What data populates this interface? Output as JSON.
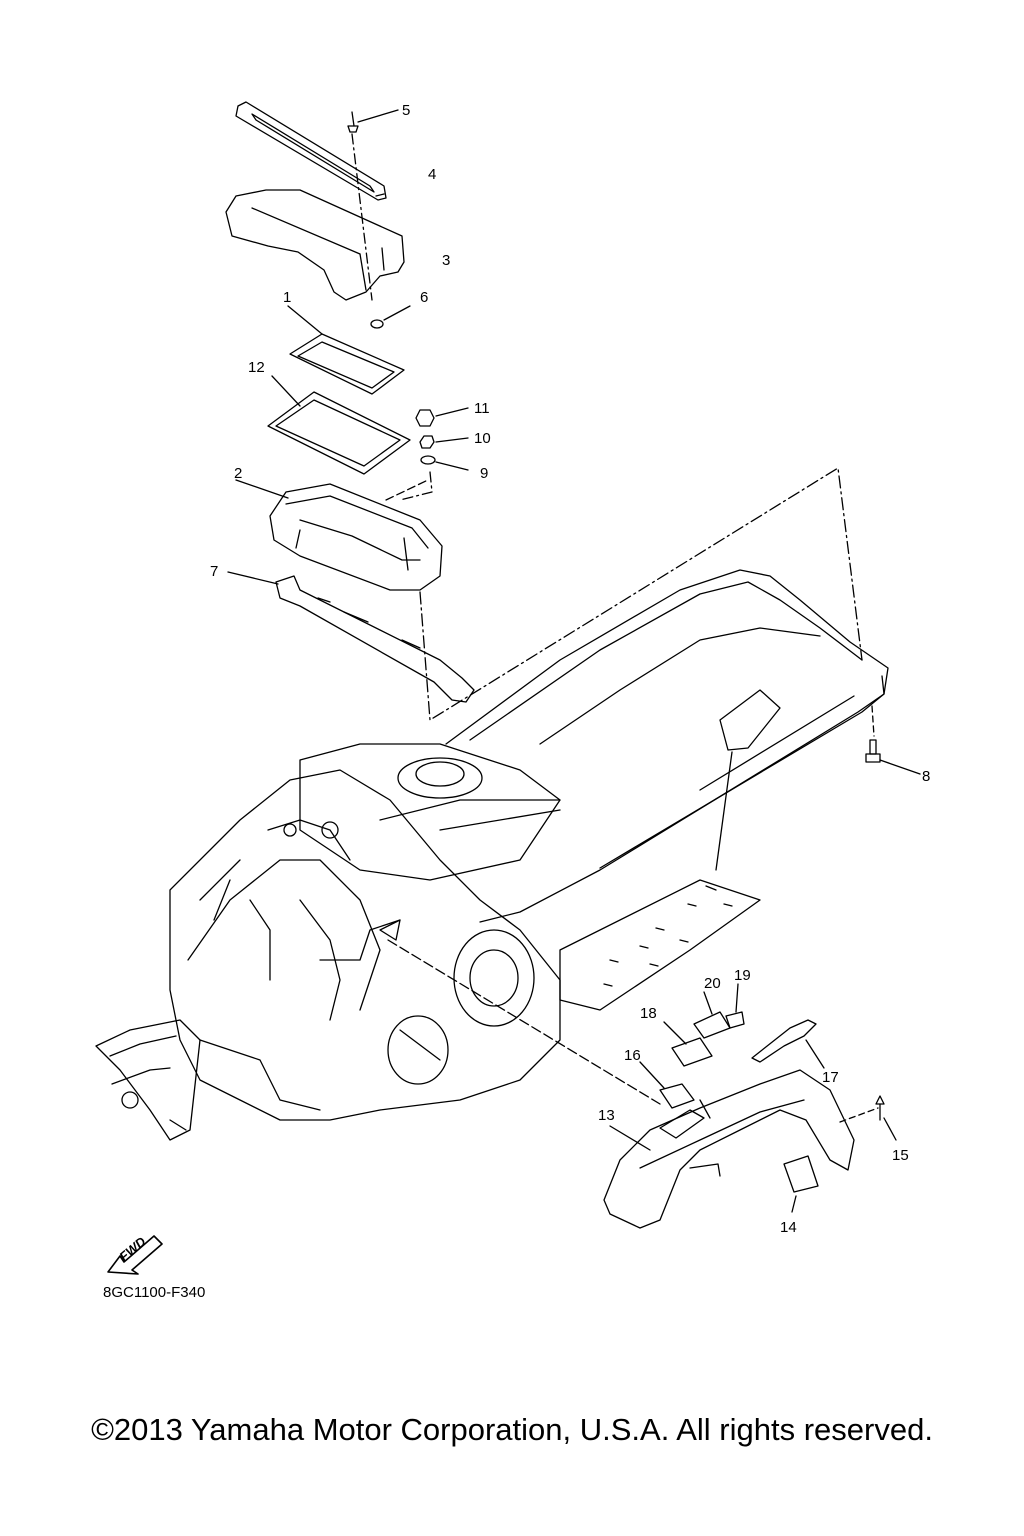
{
  "callouts": [
    {
      "id": "1",
      "label": "1"
    },
    {
      "id": "2",
      "label": "2"
    },
    {
      "id": "3",
      "label": "3"
    },
    {
      "id": "4",
      "label": "4"
    },
    {
      "id": "5",
      "label": "5"
    },
    {
      "id": "6",
      "label": "6"
    },
    {
      "id": "7",
      "label": "7"
    },
    {
      "id": "8",
      "label": "8"
    },
    {
      "id": "9",
      "label": "9"
    },
    {
      "id": "10",
      "label": "10"
    },
    {
      "id": "11",
      "label": "11"
    },
    {
      "id": "12",
      "label": "12"
    },
    {
      "id": "13",
      "label": "13"
    },
    {
      "id": "14",
      "label": "14"
    },
    {
      "id": "15",
      "label": "15"
    },
    {
      "id": "16",
      "label": "16"
    },
    {
      "id": "17",
      "label": "17"
    },
    {
      "id": "18",
      "label": "18"
    },
    {
      "id": "19",
      "label": "19"
    },
    {
      "id": "20",
      "label": "20"
    }
  ],
  "fwd_label": "FWD",
  "diagram_code": "8GC1100-F340",
  "copyright": "©2013 Yamaha Motor Corporation, U.S.A. All rights reserved."
}
